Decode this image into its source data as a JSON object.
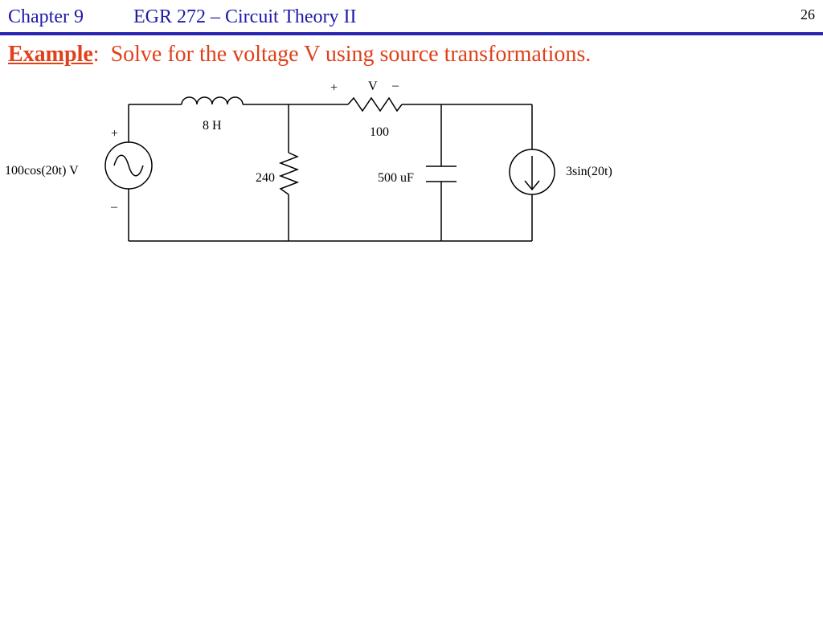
{
  "header": {
    "chapter": "Chapter 9",
    "course": "EGR 272 – Circuit Theory II",
    "page_number": "26"
  },
  "example": {
    "label": "Example",
    "separator": ":",
    "text": "Solve for the voltage V using source transformations."
  },
  "circuit": {
    "voltage_source": {
      "label": "100cos(20t) V",
      "plus": "+",
      "minus": "–"
    },
    "inductor": {
      "label": "8 H"
    },
    "resistor_shunt": {
      "label": "240"
    },
    "resistor_series": {
      "label": "100"
    },
    "voltage_V": {
      "plus": "+",
      "label": "V",
      "minus": "–"
    },
    "capacitor": {
      "label": "500 uF"
    },
    "current_source": {
      "label": "3sin(20t)"
    }
  },
  "colors": {
    "header_text": "#1f1aa8",
    "header_rule": "#2a25b0",
    "example_text": "#e0401a"
  }
}
